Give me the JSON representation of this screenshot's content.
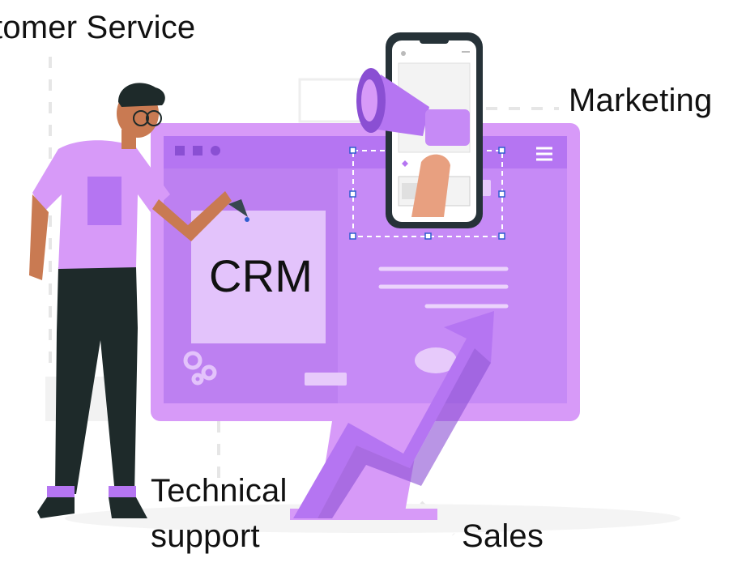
{
  "labels": {
    "customer_service": "tomer Service",
    "marketing": "Marketing",
    "crm": "CRM",
    "technical_support": "Technical support",
    "sales": "Sales"
  },
  "colors": {
    "accent": "#b575f2",
    "accent_light": "#d79af8",
    "accent_dark": "#8a4fd3",
    "text": "#111111",
    "dark": "#1e2a2a",
    "skin": "#c97a52"
  },
  "icons": {
    "hamburger": "hamburger-menu-icon",
    "gears": "gears-icon",
    "megaphone": "megaphone-icon",
    "arrow": "trend-up-arrow-icon",
    "pen": "pen-tool-icon"
  }
}
